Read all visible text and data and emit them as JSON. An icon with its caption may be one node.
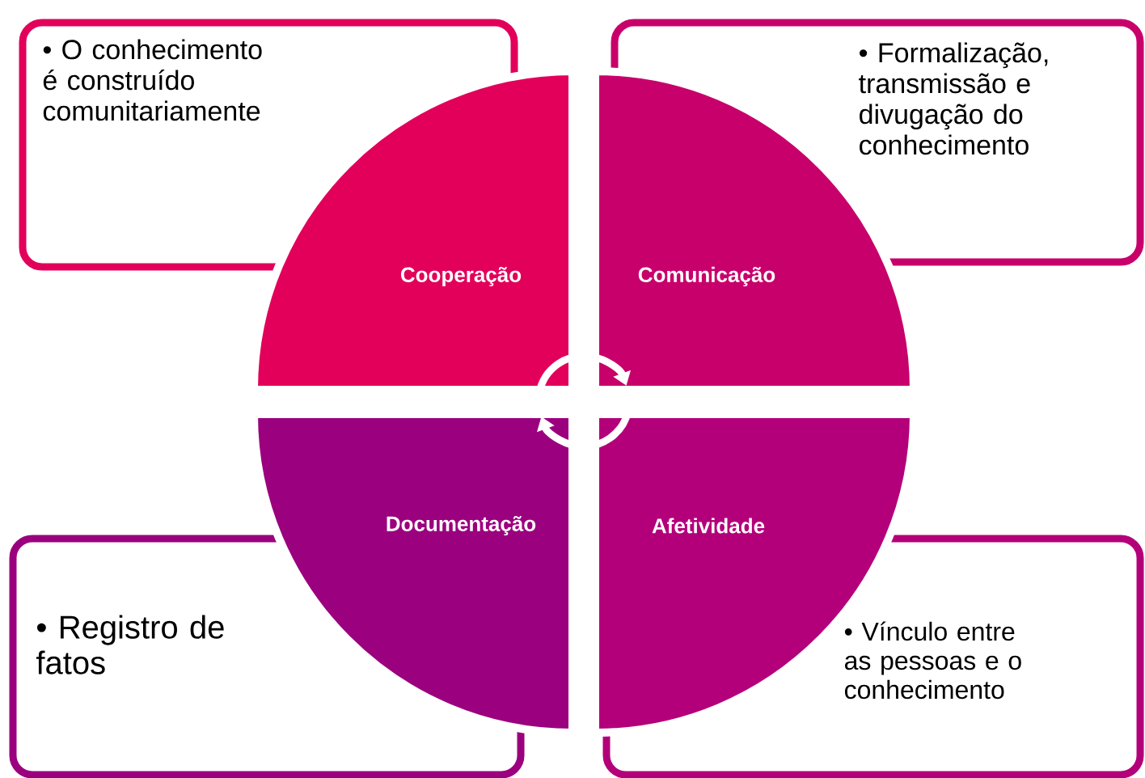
{
  "diagram": {
    "nodes": [
      {
        "text": [
          "• O conhecimento é construído comunitariamente"
        ]
      },
      {
        "text": [
          "• Formalização, transmissão e divugação do conhecimento"
        ]
      },
      {
        "text": [
          "Cooperação"
        ]
      },
      {
        "text": [
          "Comunicação"
        ]
      },
      {
        "text": [
          "Documentação"
        ]
      },
      {
        "text": [
          "Afetividade"
        ]
      },
      {
        "text": [
          "• Registro de fatos"
        ]
      },
      {
        "text": [
          "• Vínculo entre as pessoas e o conhecimento"
        ]
      }
    ],
    "edges": [
      {
        "from": 2,
        "to": 3,
        "arrow": "to"
      },
      {
        "from": 5,
        "to": 4,
        "arrow": "to"
      }
    ]
  }
}
